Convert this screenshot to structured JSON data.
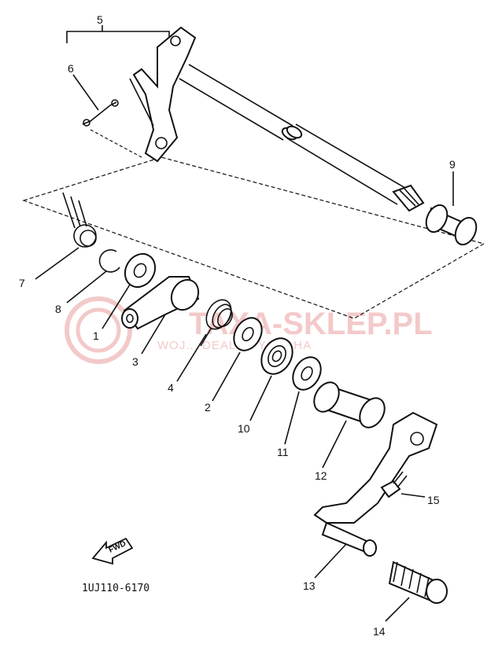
{
  "diagram": {
    "part_labels": [
      "5",
      "6",
      "9",
      "7",
      "8",
      "1",
      "3",
      "4",
      "2",
      "10",
      "11",
      "12",
      "15",
      "13",
      "14"
    ],
    "diagram_code": "1UJ110-6170",
    "direction_label": "FWD",
    "watermark": {
      "brand": "TAXA-SKLEP.PL",
      "tagline": "WOJ... DEALER YAMAHA"
    }
  }
}
